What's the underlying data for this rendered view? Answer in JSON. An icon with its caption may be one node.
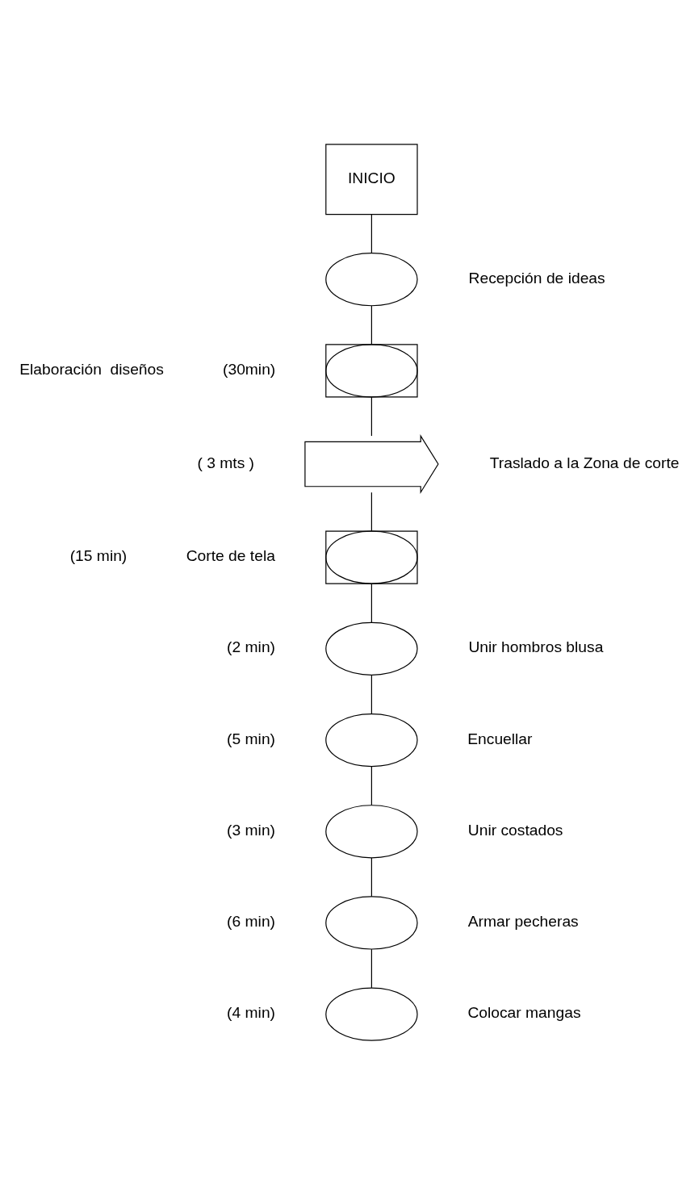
{
  "diagram": {
    "nodes": [
      {
        "text": [
          "INICIO"
        ]
      },
      {
        "text": [],
        "shape": "ellipse",
        "beside": [
          "Recepción de ideas"
        ]
      },
      {
        "text": [],
        "shape": "box",
        "beside": [
          "(30min)",
          "Elaboración  diseños"
        ]
      },
      {
        "text": [],
        "shape": "ellipse",
        "in": 2
      },
      {
        "text": [],
        "shape": "arrow",
        "beside": [
          "( 3 mts )",
          "Traslado a la Zona de corte"
        ]
      },
      {
        "text": [],
        "shape": "box",
        "beside": [
          "(15 min)",
          "Corte de tela"
        ]
      },
      {
        "text": [],
        "shape": "ellipse",
        "in": 5
      },
      {
        "text": [],
        "shape": "ellipse",
        "beside": [
          "(2 min)",
          "Unir hombros blusa"
        ]
      },
      {
        "text": [],
        "shape": "ellipse",
        "beside": [
          "(5 min)",
          "Encuellar"
        ]
      },
      {
        "text": [],
        "shape": "ellipse",
        "beside": [
          "(3 min)",
          "Unir costados"
        ]
      },
      {
        "text": [],
        "shape": "ellipse",
        "beside": [
          "(6 min)",
          "Armar pecheras"
        ]
      },
      {
        "text": [],
        "shape": "ellipse",
        "beside": [
          "(4 min)",
          "Colocar mangas"
        ]
      }
    ],
    "edges": [
      {
        "from": 0,
        "to": 1,
        "arrow": "none"
      },
      {
        "from": 1,
        "to": 2,
        "arrow": "none"
      },
      {
        "from": 2,
        "to": 4,
        "arrow": "none"
      },
      {
        "from": 4,
        "to": 5,
        "arrow": "none"
      },
      {
        "from": 5,
        "to": 7,
        "arrow": "none"
      },
      {
        "from": 7,
        "to": 8,
        "arrow": "none"
      },
      {
        "from": 8,
        "to": 9,
        "arrow": "none"
      },
      {
        "from": 9,
        "to": 10,
        "arrow": "none"
      },
      {
        "from": 10,
        "to": 11,
        "arrow": "none"
      }
    ]
  }
}
